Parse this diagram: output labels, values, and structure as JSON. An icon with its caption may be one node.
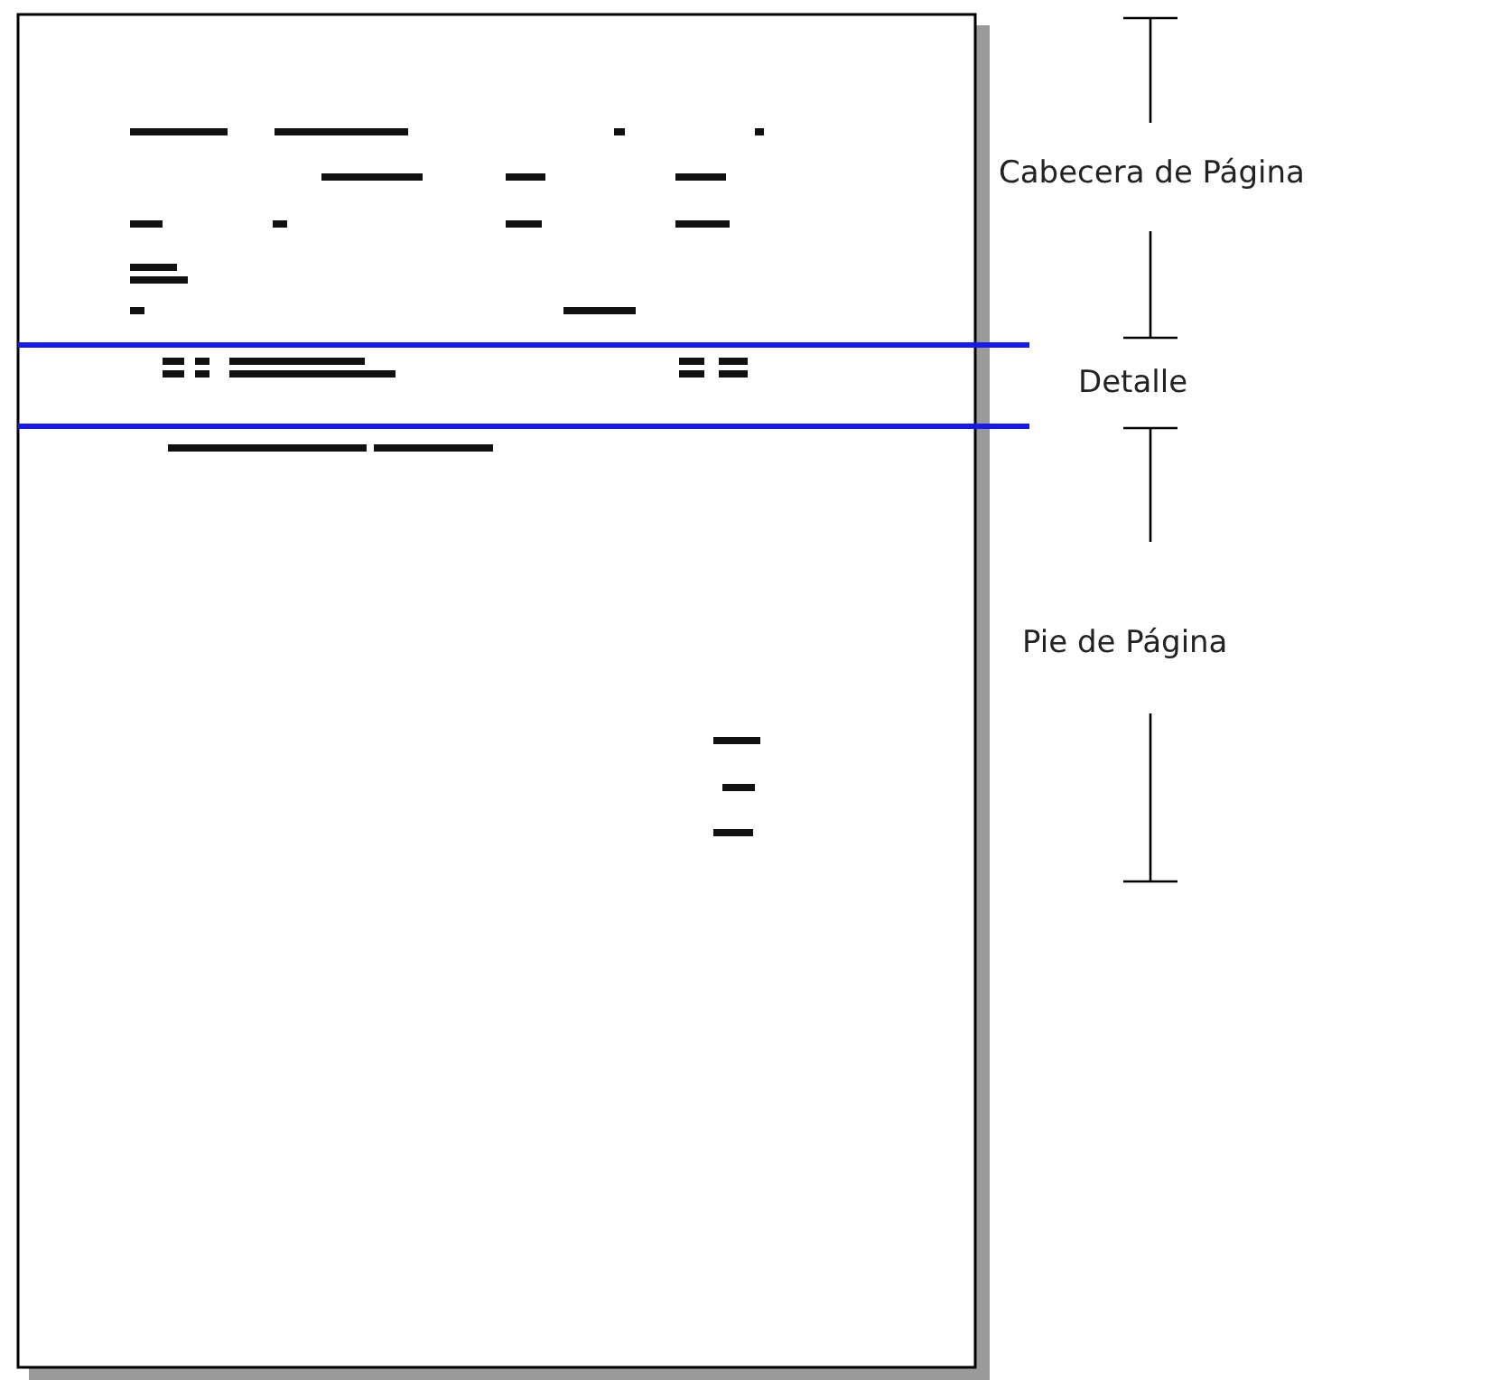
{
  "diagram": {
    "labels": [
      "Cabecera de Página",
      "Detalle",
      "Pie de Página"
    ]
  }
}
